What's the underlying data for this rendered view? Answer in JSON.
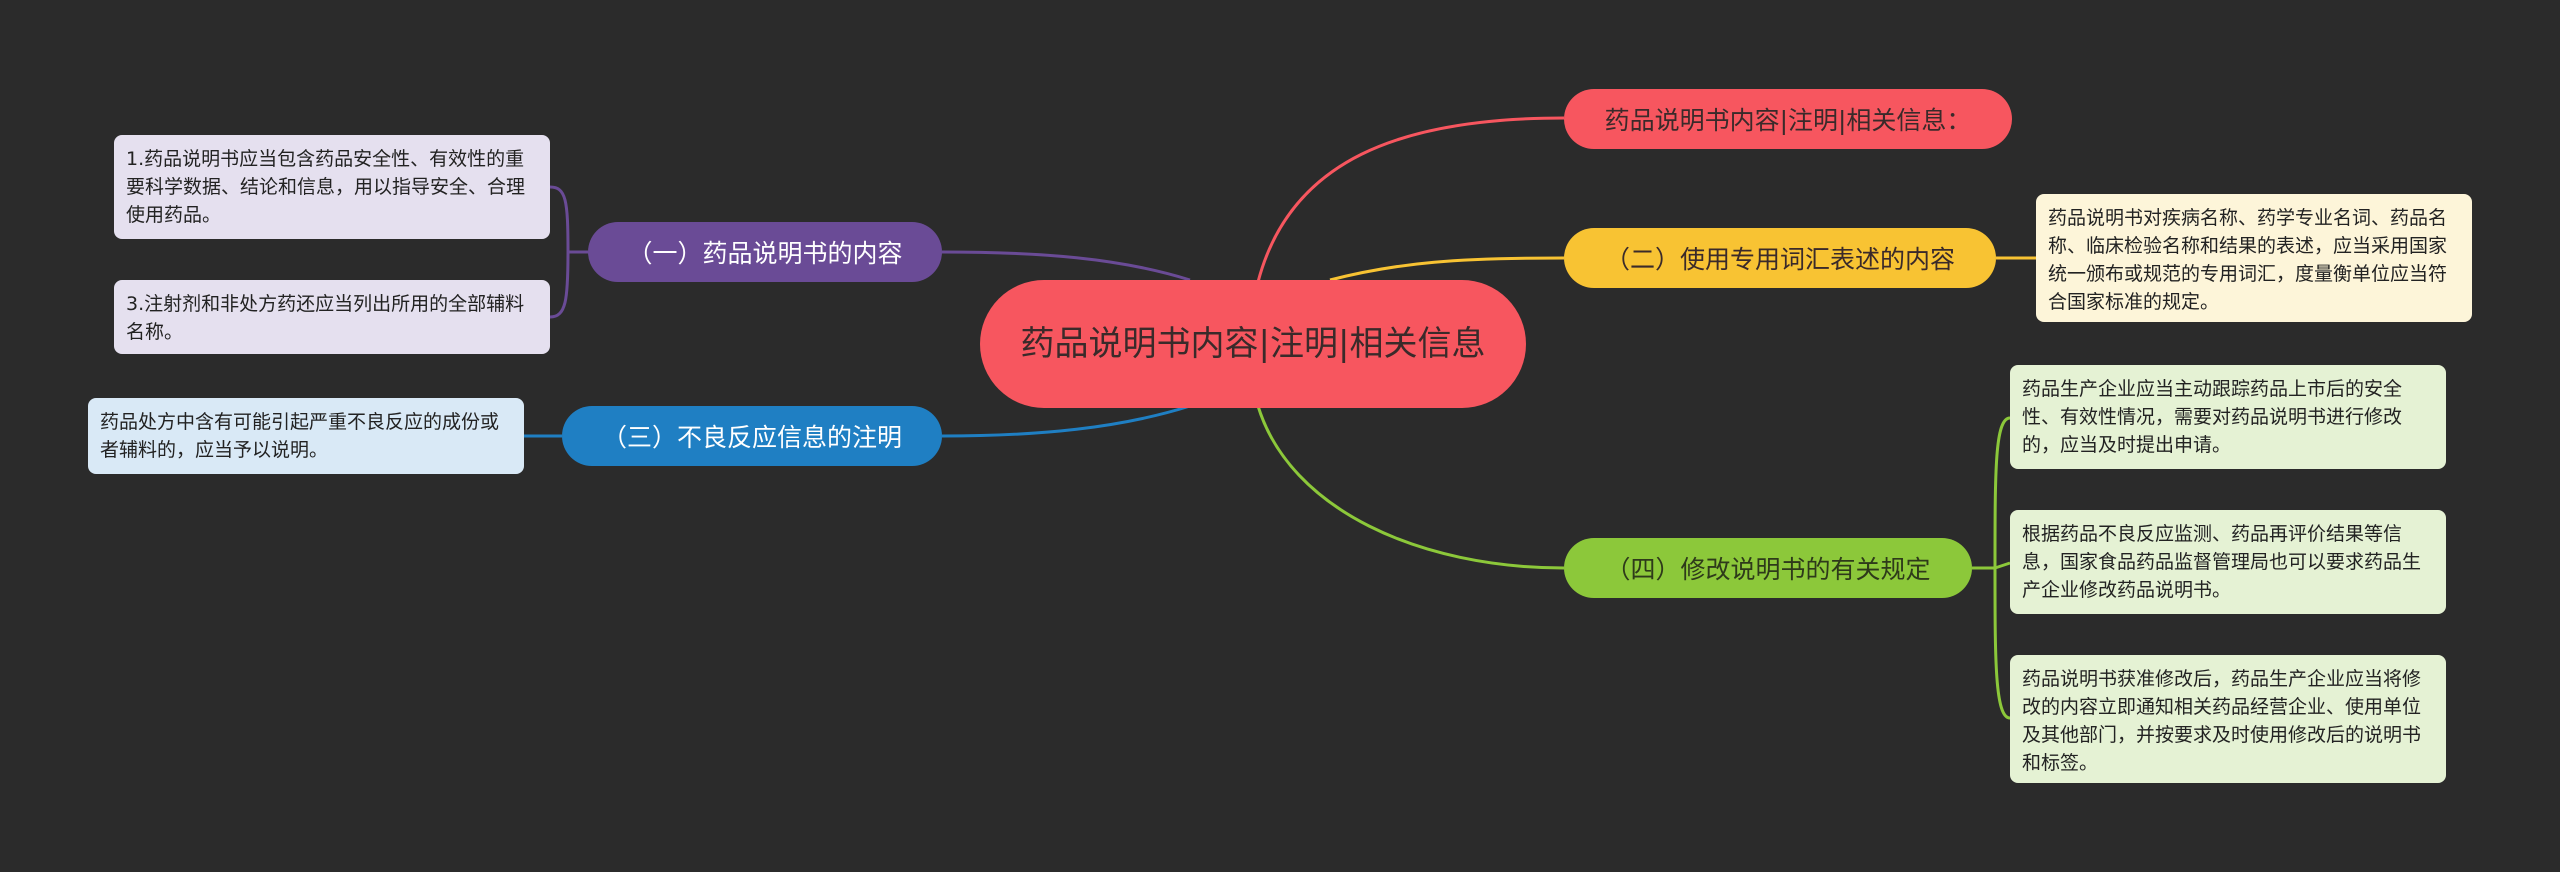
{
  "root": {
    "title": "药品说明书内容|注明|相关信息"
  },
  "branches": {
    "info": {
      "label": "药品说明书内容|注明|相关信息：",
      "color": "#f7565f"
    },
    "terms": {
      "label": "（二）使用专用词汇表述的内容",
      "color": "#f8c333",
      "leaf": "药品说明书对疾病名称、药学专业名词、药品名称、临床检验名称和结果的表述，应当采用国家统一颁布或规范的专用词汇，度量衡单位应当符合国家标准的规定。"
    },
    "revise": {
      "label": "（四）修改说明书的有关规定",
      "color": "#8cc83a",
      "leaves": [
        "药品生产企业应当主动跟踪药品上市后的安全性、有效性情况，需要对药品说明书进行修改的，应当及时提出申请。",
        "根据药品不良反应监测、药品再评价结果等信息，国家食品药品监督管理局也可以要求药品生产企业修改药品说明书。",
        "药品说明书获准修改后，药品生产企业应当将修改的内容立即通知相关药品经营企业、使用单位及其他部门，并按要求及时使用修改后的说明书和标签。"
      ]
    },
    "content": {
      "label": "（一）药品说明书的内容",
      "color": "#6a4b96",
      "leaves": [
        "1.药品说明书应当包含药品安全性、有效性的重要科学数据、结论和信息，用以指导安全、合理使用药品。",
        "3.注射剂和非处方药还应当列出所用的全部辅料名称。"
      ]
    },
    "adverse": {
      "label": "（三）不良反应信息的注明",
      "color": "#1f7fc3",
      "leaf": "药品处方中含有可能引起严重不良反应的成份或者辅料的，应当予以说明。"
    }
  }
}
